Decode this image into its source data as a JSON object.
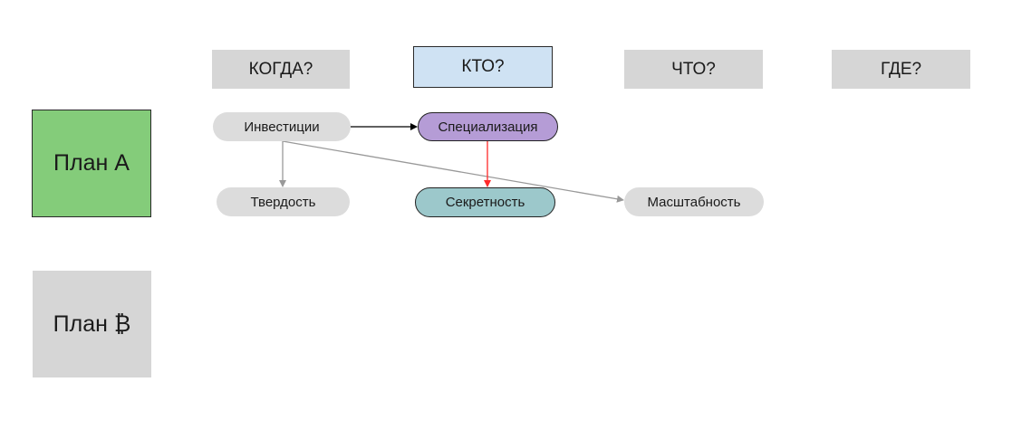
{
  "columns": [
    {
      "id": "when",
      "label": "КОГДА?",
      "active": false
    },
    {
      "id": "who",
      "label": "КТО?",
      "active": true
    },
    {
      "id": "what",
      "label": "ЧТО?",
      "active": false
    },
    {
      "id": "where",
      "label": "ГДЕ?",
      "active": false
    }
  ],
  "plans": [
    {
      "id": "plan-a",
      "label": "План А",
      "color": "#84cc7a"
    },
    {
      "id": "plan-b",
      "label": "План ₿",
      "color": "#d6d6d6"
    }
  ],
  "nodes": [
    {
      "id": "investments",
      "label": "Инвестиции",
      "color": "#dcdcdc"
    },
    {
      "id": "specialization",
      "label": "Специализация",
      "color": "#b59cd6"
    },
    {
      "id": "hardness",
      "label": "Твердость",
      "color": "#dcdcdc"
    },
    {
      "id": "secrecy",
      "label": "Секретность",
      "color": "#9cc8cb"
    },
    {
      "id": "scalability",
      "label": "Масштабность",
      "color": "#dcdcdc"
    }
  ],
  "edges": [
    {
      "from": "investments",
      "to": "specialization",
      "color": "#000000"
    },
    {
      "from": "investments",
      "to": "hardness",
      "color": "#999999"
    },
    {
      "from": "investments",
      "to": "scalability",
      "color": "#999999"
    },
    {
      "from": "specialization",
      "to": "secrecy",
      "color": "#ff2a2a"
    }
  ]
}
